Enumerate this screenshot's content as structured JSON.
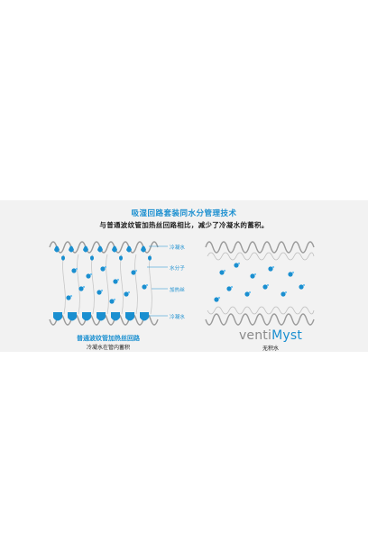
{
  "header": {
    "title": "吸湿回路套装同水分管理技术",
    "subtitle": "与普通波纹管加热丝回路相比，减少了冷凝水的蓄积。"
  },
  "labels": {
    "condensate_top": "冷凝水",
    "water_molecule": "水分子",
    "heating_wire": "加热丝",
    "condensate_bottom": "冷凝水"
  },
  "left_panel": {
    "caption": "普通波纹管加热丝回路",
    "subcaption": "冷凝水在管内蓄积"
  },
  "right_panel": {
    "brand_main": "venti",
    "brand_accent": "Myst",
    "subcaption": "无积水"
  },
  "colors": {
    "accent": "#1a8fd0",
    "tube_outline": "#9a9a9a",
    "background_band": "#f2f2f2"
  }
}
